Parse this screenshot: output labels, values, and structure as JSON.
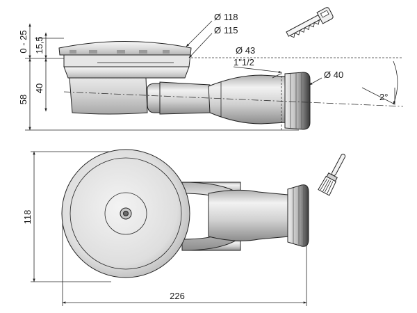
{
  "labels": {
    "dia_118_top": "Ø 118",
    "dia_115": "Ø 115",
    "dia_43": "Ø 43",
    "thread": "1\"1/2",
    "dia_40": "Ø 40",
    "angle": "2°",
    "dim_0_25": "0 - 25",
    "dim_15_5": "15,5",
    "dim_40": "40",
    "dim_58": "58",
    "dim_118_side": "118",
    "dim_226": "226"
  },
  "colors": {
    "line": "#222222",
    "metal_light": "#eeeeee",
    "metal_mid": "#d4d4d4",
    "metal_dark": "#8a8a8a",
    "nut_dark": "#3a3a3a"
  },
  "icons": {
    "saw": "hacksaw-icon",
    "brush": "brush-icon"
  }
}
